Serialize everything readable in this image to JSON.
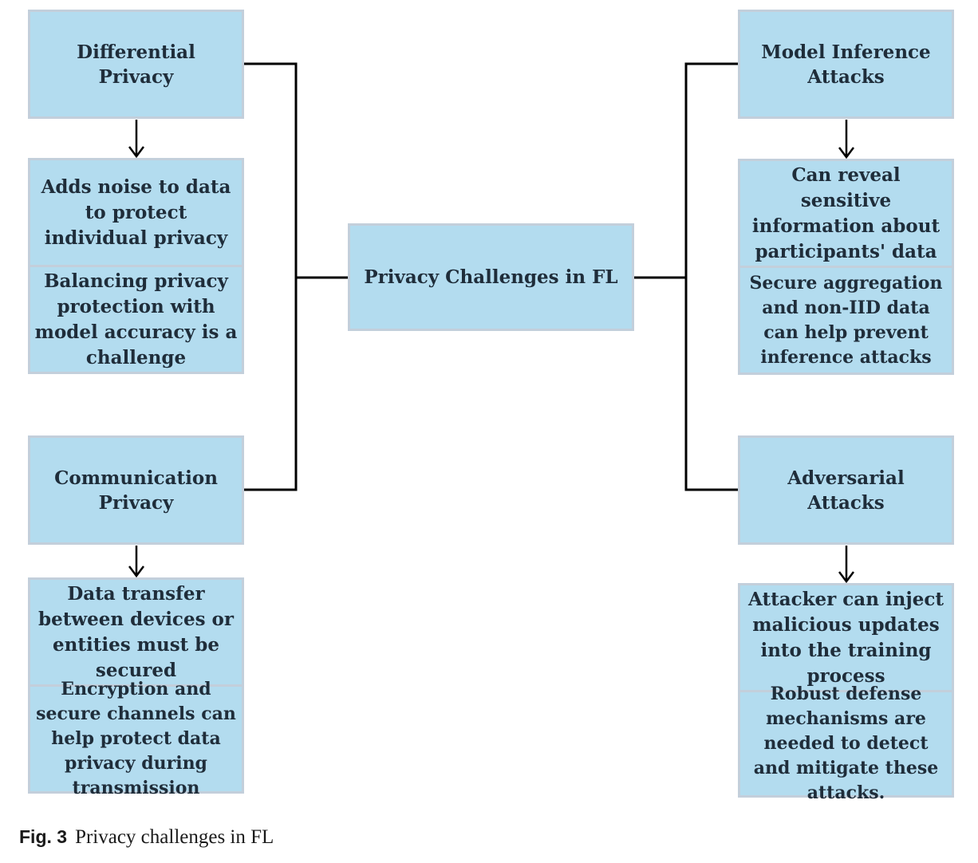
{
  "center": {
    "label": "Privacy Challenges in FL"
  },
  "left": {
    "differential_privacy": {
      "title": "Differential Privacy",
      "details": [
        "Adds noise to data to protect individual privacy",
        "Balancing privacy protection with model accuracy is a challenge"
      ]
    },
    "communication_privacy": {
      "title": "Communication Privacy",
      "details": [
        "Data transfer between devices or entities must be secured",
        "Encryption and secure channels can help protect data privacy during transmission"
      ]
    }
  },
  "right": {
    "model_inference": {
      "title": "Model Inference Attacks",
      "details": [
        "Can reveal sensitive information about participants' data",
        "Secure aggregation and non-IID data can help prevent inference attacks"
      ]
    },
    "adversarial": {
      "title": "Adversarial Attacks",
      "details": [
        "Attacker can inject malicious updates into the training process",
        "Robust defense mechanisms are needed to detect and mitigate these attacks."
      ]
    }
  },
  "caption": {
    "fig_label": "Fig. 3",
    "text": "Privacy challenges in FL"
  },
  "colors": {
    "box_fill": "#b3dcef",
    "box_border": "#c3cfdb",
    "line": "#000000"
  }
}
